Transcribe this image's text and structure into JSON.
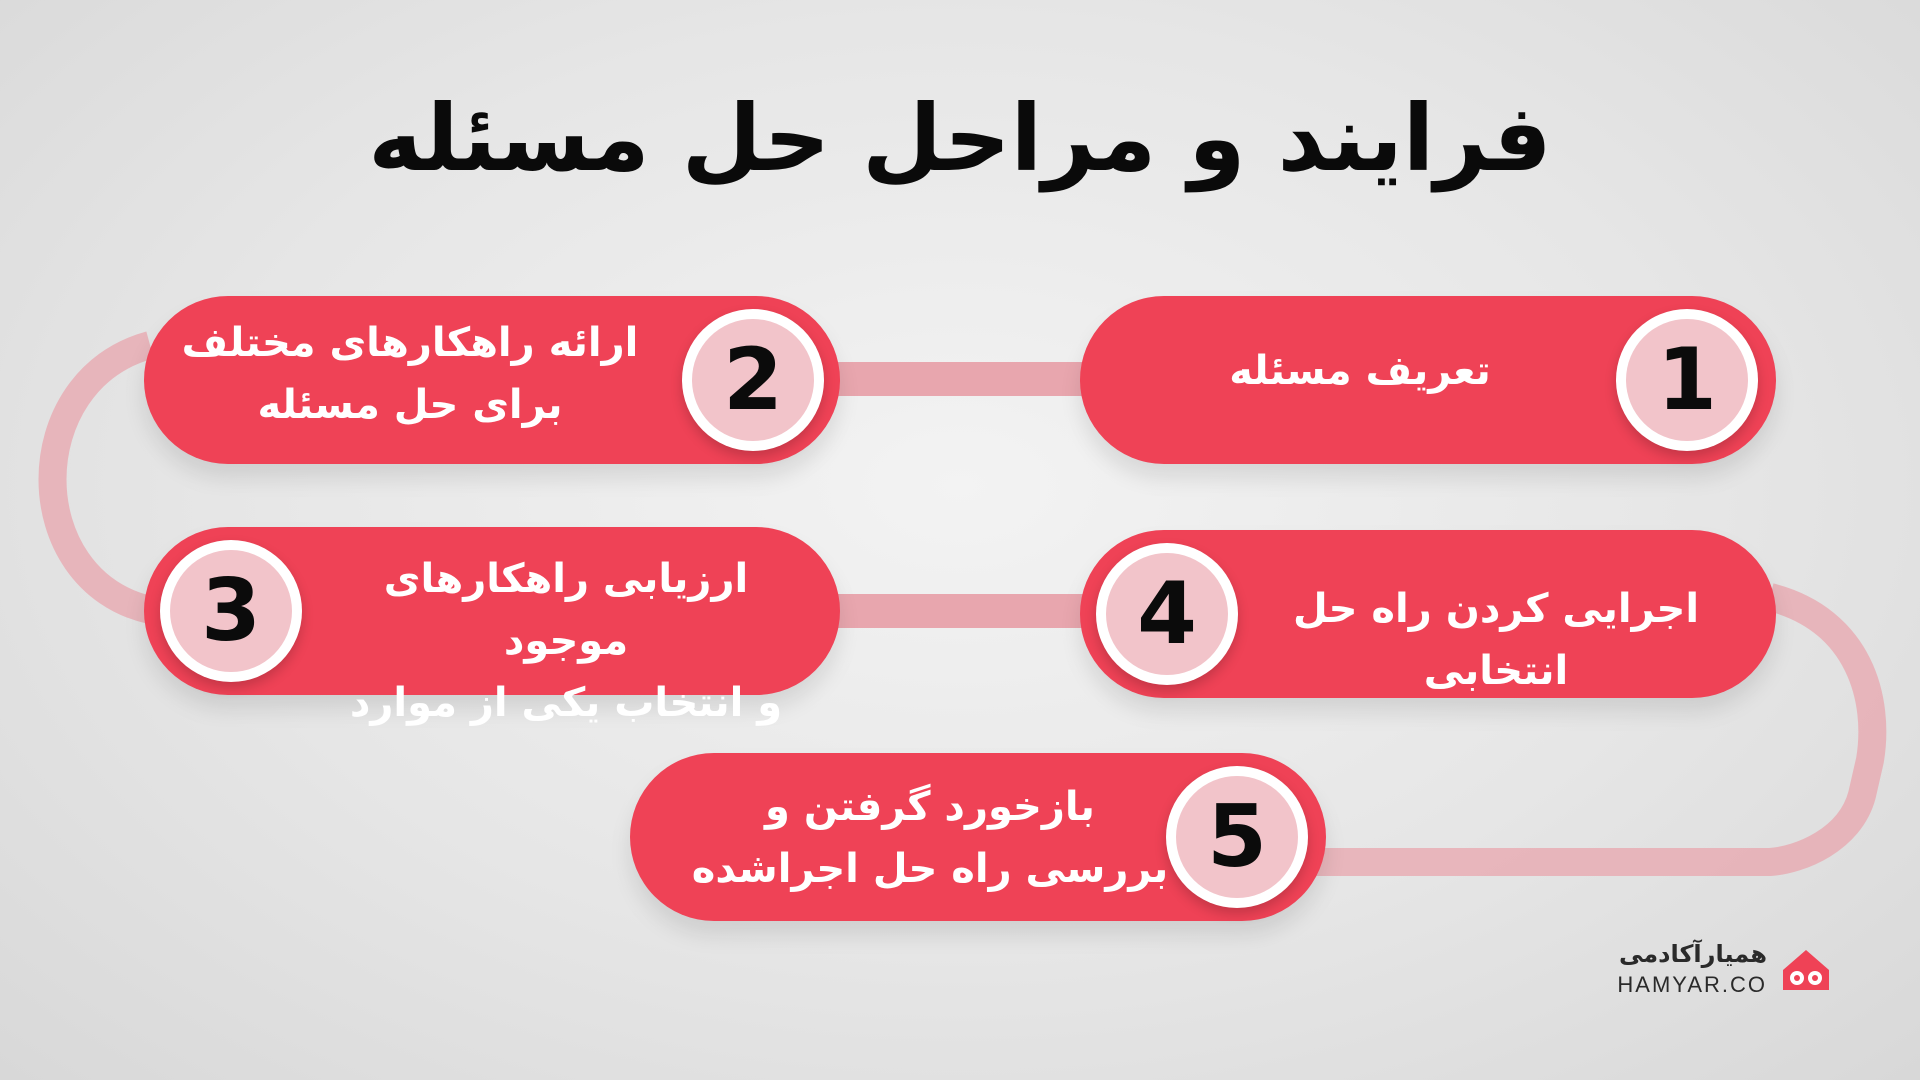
{
  "title": "فرایند و مراحل حل مسئله",
  "steps": [
    {
      "number": "1",
      "line1": "تعریف مسئله",
      "line2": ""
    },
    {
      "number": "2",
      "line1": "ارائه راهکارهای مختلف",
      "line2": "برای حل مسئله"
    },
    {
      "number": "3",
      "line1": "ارزیابی راهکارهای موجود",
      "line2": "و انتخاب یکی از موارد"
    },
    {
      "number": "4",
      "line1": "اجرایی کردن راه حل انتخابی",
      "line2": ""
    },
    {
      "number": "5",
      "line1": "بازخورد گرفتن و",
      "line2": "بررسی راه حل اجراشده"
    }
  ],
  "logo": {
    "name_fa": "همیارآکادمی",
    "name_en": "HAMYAR.CO",
    "icon": "hamyar-logo-icon"
  },
  "colors": {
    "pill": "#ef4256",
    "badge_inner": "#f2c4ca",
    "connector": "#e8a6ae",
    "title": "#0a0a0a"
  }
}
